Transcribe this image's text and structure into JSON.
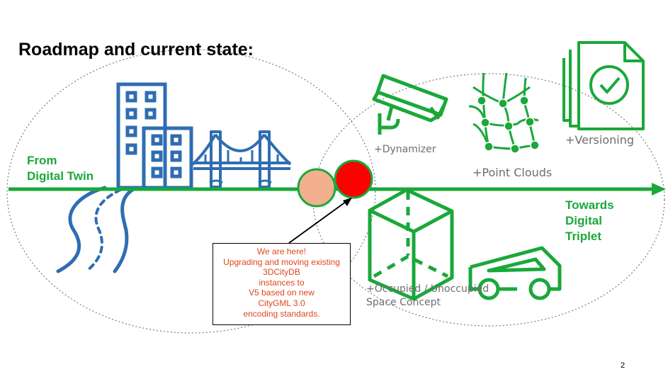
{
  "slide": {
    "title": "Roadmap and current state:",
    "page_number": "2"
  },
  "left_label": [
    "From",
    "Digital Twin"
  ],
  "right_label": [
    "Towards",
    "Digital",
    "Triplet"
  ],
  "features": {
    "dynamizer": "+Dynamizer",
    "point_clouds": "+Point Clouds",
    "versioning": "+Versioning",
    "space_concept": [
      "+Occupied / Unoccupied",
      "Space Concept"
    ]
  },
  "callout": {
    "lines": [
      "We are here!",
      "Upgrading and moving existing",
      "3DCityDB",
      "instances to",
      "V5 based on new",
      "CityGML 3.0",
      "encoding standards."
    ]
  },
  "colors": {
    "green": "#1aa83a",
    "blue": "#2f6db2",
    "past_state": "#f2b08f",
    "current_state": "#ff0000",
    "callout_text": "#e0461b"
  }
}
